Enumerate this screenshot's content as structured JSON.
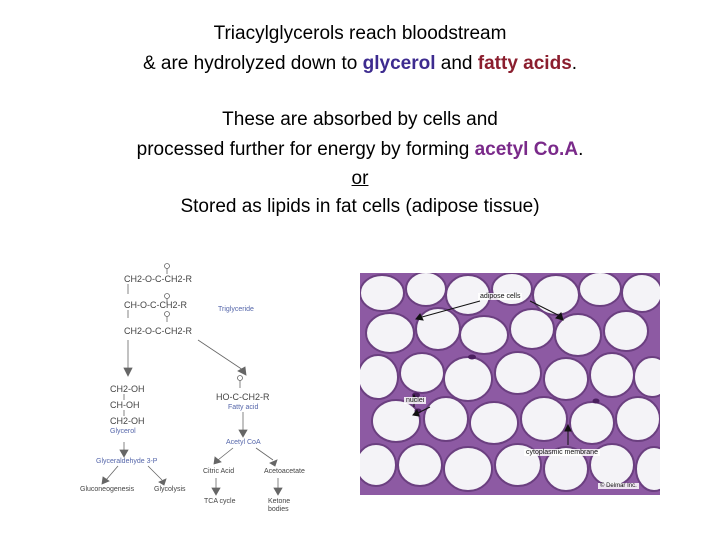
{
  "text": {
    "line1": "Triacylglycerols reach bloodstream",
    "line2_pre": "& are hydrolyzed down to ",
    "line2_glycerol": "glycerol",
    "line2_mid": " and ",
    "line2_fatty": "fatty acids",
    "line2_end": ".",
    "line3": "These are absorbed by cells and",
    "line4_pre": "processed further for energy by forming ",
    "line4_acetyl": "acetyl Co.A",
    "line4_end": ".",
    "line5": "or",
    "line6": "Stored as lipids in fat cells (adipose tissue)"
  },
  "colors": {
    "glycerol": "#3d2b8f",
    "fatty_acids": "#8b1e2e",
    "acetyl_coa": "#7a2a8a"
  },
  "diagram": {
    "tri_row1": "CH2-O-C-CH2-R",
    "tri_row2": "CH-O-C-CH2-R",
    "tri_row3": "CH2-O-C-CH2-R",
    "triglyceride": "Triglyceride",
    "gly_row1": "CH2-OH",
    "gly_row2": "CH-OH",
    "gly_row3": "CH2-OH",
    "glycerol": "Glycerol",
    "fa_formula": "HO-C-CH2-R",
    "fatty_acid": "Fatty acid",
    "glyceraldehyde": "Glyceraldehyde 3-P",
    "acetyl_coa": "Acetyl CoA",
    "citric_acid": "Citric Acid",
    "acetoacetate": "Acetoacetate",
    "gluconeogenesis": "Gluconeogenesis",
    "glycolysis": "Glycolysis",
    "tca_cycle": "TCA cycle",
    "ketone": "Ketone",
    "bodies": "bodies"
  },
  "micrograph": {
    "adipose_cells": "adipose cells",
    "nuclei": "nuclei",
    "cytoplasmic_membrane": "cytoplasmic membrane",
    "copyright": "© Delmar Inc."
  }
}
